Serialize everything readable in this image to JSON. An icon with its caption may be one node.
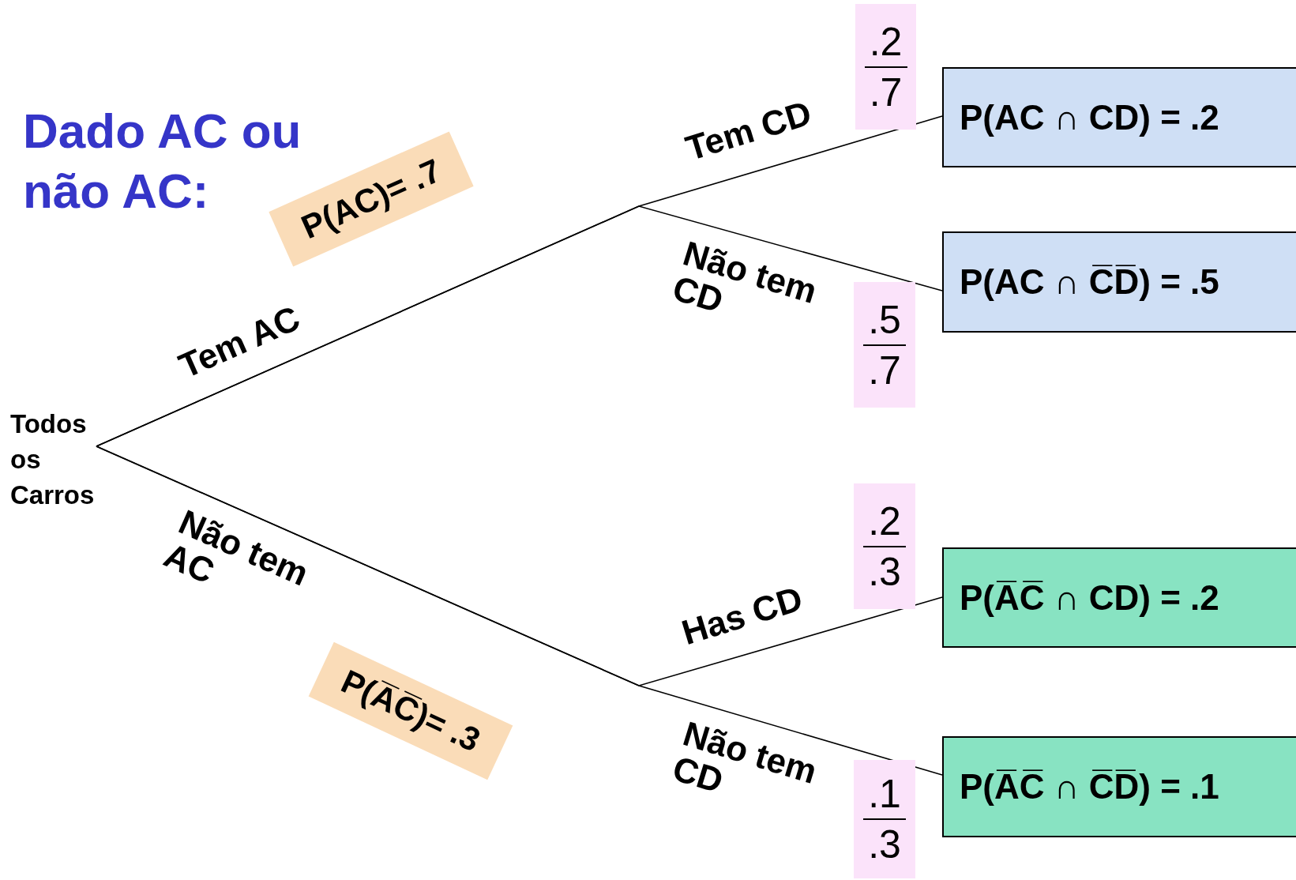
{
  "diagram": {
    "title": "Dado AC ou não AC:",
    "nodes": [
      {
        "text": [
          "Todos os Carros"
        ]
      },
      {
        "text": [
          "P(AC)= .7"
        ]
      },
      {
        "text": [
          "P(A̅C̅)= .3"
        ]
      },
      {
        "text": [
          ".2",
          ".7"
        ]
      },
      {
        "text": [
          "P(AC ∩ CD) = .2"
        ]
      },
      {
        "text": [
          ".5",
          ".7"
        ]
      },
      {
        "text": [
          "P(AC ∩ C̅D̅) = .5"
        ]
      },
      {
        "text": [
          ".2",
          ".3"
        ]
      },
      {
        "text": [
          "P(A̅C̅ ∩ CD) = .2"
        ]
      },
      {
        "text": [
          ".1",
          ".3"
        ]
      },
      {
        "text": [
          "P(A̅C̅ ∩ C̅D̅) = .1"
        ]
      }
    ],
    "edges": [
      {
        "from": 0,
        "to": 4,
        "arrow": "none",
        "label": "Tem CD"
      },
      {
        "from": 0,
        "to": 6,
        "arrow": "none",
        "label": "Não tem CD"
      },
      {
        "from": 0,
        "to": 8,
        "arrow": "none",
        "label": "Has CD"
      },
      {
        "from": 0,
        "to": 10,
        "arrow": "none",
        "label": "Não tem CD"
      }
    ],
    "labels": [
      "Tem AC",
      "Não tem AC"
    ]
  }
}
